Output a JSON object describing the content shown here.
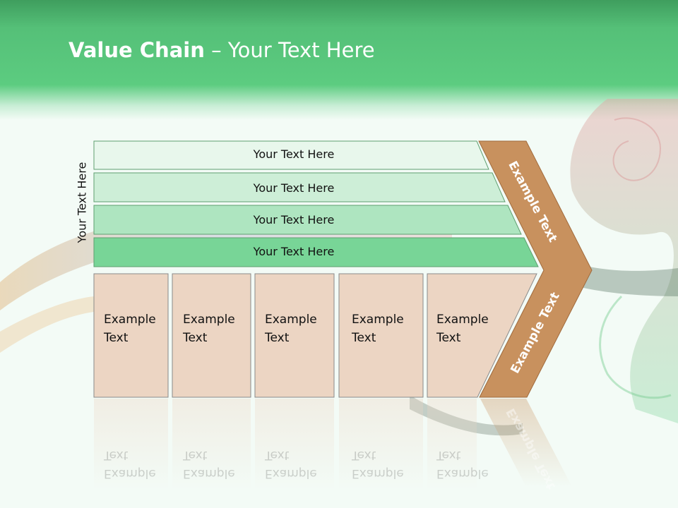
{
  "title": {
    "bold": "Value Chain",
    "rest": " – Your Text Here"
  },
  "side_label": "Your Text Here",
  "bars": [
    {
      "label": "Your Text Here",
      "color": "#e8f7ec"
    },
    {
      "label": "Your Text Here",
      "color": "#cdeed7"
    },
    {
      "label": "Your Text Here",
      "color": "#aee5c0"
    },
    {
      "label": "Your Text Here",
      "color": "#78d597"
    }
  ],
  "boxes": [
    {
      "line1": "Example",
      "line2": "Text"
    },
    {
      "line1": "Example",
      "line2": "Text"
    },
    {
      "line1": "Example",
      "line2": "Text"
    },
    {
      "line1": "Example",
      "line2": "Text"
    },
    {
      "line1": "Example",
      "line2": "Text"
    }
  ],
  "chevron": {
    "upper_label": "Example Text",
    "lower_label": "Example Text",
    "color": "#c8915e"
  },
  "colors": {
    "header_green": "#55c078",
    "box_fill": "#ecd5c3",
    "bar_border": "#5f9f70"
  }
}
